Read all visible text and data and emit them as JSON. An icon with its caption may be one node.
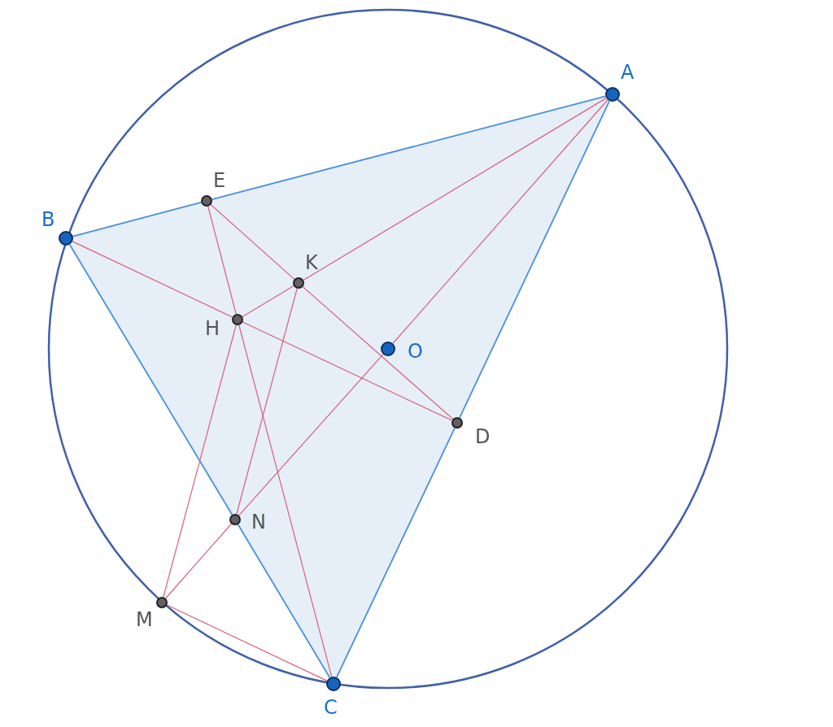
{
  "diagram": {
    "nodes": [
      {
        "text": [
          "A"
        ]
      },
      {
        "text": [
          "E"
        ]
      },
      {
        "text": [
          "B"
        ]
      },
      {
        "text": [
          "K"
        ]
      },
      {
        "text": [
          "H"
        ]
      },
      {
        "text": [
          "O"
        ]
      },
      {
        "text": [
          "D"
        ]
      },
      {
        "text": [
          "N"
        ]
      },
      {
        "text": [
          "M"
        ]
      },
      {
        "text": [
          "C"
        ]
      }
    ],
    "edges": [
      {
        "from": 2,
        "to": 1,
        "arrow": "none",
        "color": "#4a90d9"
      },
      {
        "from": 1,
        "to": 0,
        "arrow": "none",
        "color": "#4a90d9"
      },
      {
        "from": 0,
        "to": 6,
        "arrow": "none",
        "color": "#4a90d9"
      },
      {
        "from": 6,
        "to": 9,
        "arrow": "none",
        "color": "#4a90d9"
      },
      {
        "from": 2,
        "to": 7,
        "arrow": "none",
        "color": "#4a90d9"
      },
      {
        "from": 7,
        "to": 9,
        "arrow": "none",
        "color": "#4a90d9"
      },
      {
        "from": 0,
        "to": 3,
        "arrow": "none"
      },
      {
        "from": 3,
        "to": 4,
        "arrow": "none"
      },
      {
        "from": 0,
        "to": 5,
        "arrow": "none"
      },
      {
        "from": 5,
        "to": 7,
        "arrow": "none"
      },
      {
        "from": 7,
        "to": 8,
        "arrow": "none"
      },
      {
        "from": 2,
        "to": 4,
        "arrow": "none"
      },
      {
        "from": 4,
        "to": 6,
        "arrow": "none"
      },
      {
        "from": 1,
        "to": 3,
        "arrow": "none"
      },
      {
        "from": 3,
        "to": 6,
        "arrow": "none"
      },
      {
        "from": 1,
        "to": 4,
        "arrow": "none"
      },
      {
        "from": 4,
        "to": 9,
        "arrow": "none"
      },
      {
        "from": 4,
        "to": 8,
        "arrow": "none"
      },
      {
        "from": 3,
        "to": 7,
        "arrow": "none"
      },
      {
        "from": 8,
        "to": 9,
        "arrow": "none"
      }
    ]
  }
}
